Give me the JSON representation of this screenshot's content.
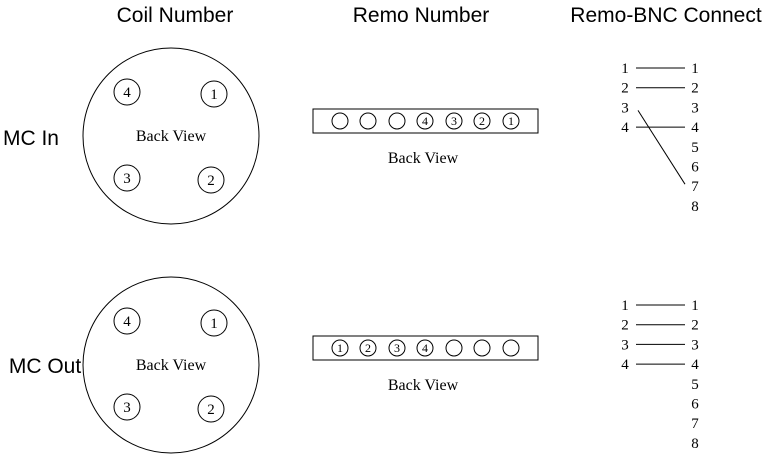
{
  "headers": {
    "coil": "Coil Number",
    "remo": "Remo Number",
    "bnc": "Remo-BNC Connect"
  },
  "back_view_label": "Back View",
  "rows": [
    {
      "side_label": "MC In",
      "coil_pins": [
        "4",
        "1",
        "3",
        "2"
      ],
      "remo_pins": [
        "",
        "",
        "",
        "4",
        "3",
        "2",
        "1"
      ],
      "bnc": {
        "left": [
          "1",
          "2",
          "3",
          "4"
        ],
        "right": [
          "1",
          "2",
          "3",
          "4",
          "5",
          "6",
          "7",
          "8"
        ],
        "connections": [
          {
            "from": "1",
            "to": "1"
          },
          {
            "from": "2",
            "to": "2"
          },
          {
            "from": "3",
            "to": "7"
          },
          {
            "from": "4",
            "to": "4"
          }
        ]
      }
    },
    {
      "side_label": "MC Out",
      "coil_pins": [
        "4",
        "1",
        "3",
        "2"
      ],
      "remo_pins": [
        "1",
        "2",
        "3",
        "4",
        "",
        "",
        ""
      ],
      "bnc": {
        "left": [
          "1",
          "2",
          "3",
          "4"
        ],
        "right": [
          "1",
          "2",
          "3",
          "4",
          "5",
          "6",
          "7",
          "8"
        ],
        "connections": [
          {
            "from": "1",
            "to": "1"
          },
          {
            "from": "2",
            "to": "2"
          },
          {
            "from": "3",
            "to": "3"
          },
          {
            "from": "4",
            "to": "4"
          }
        ]
      }
    }
  ]
}
